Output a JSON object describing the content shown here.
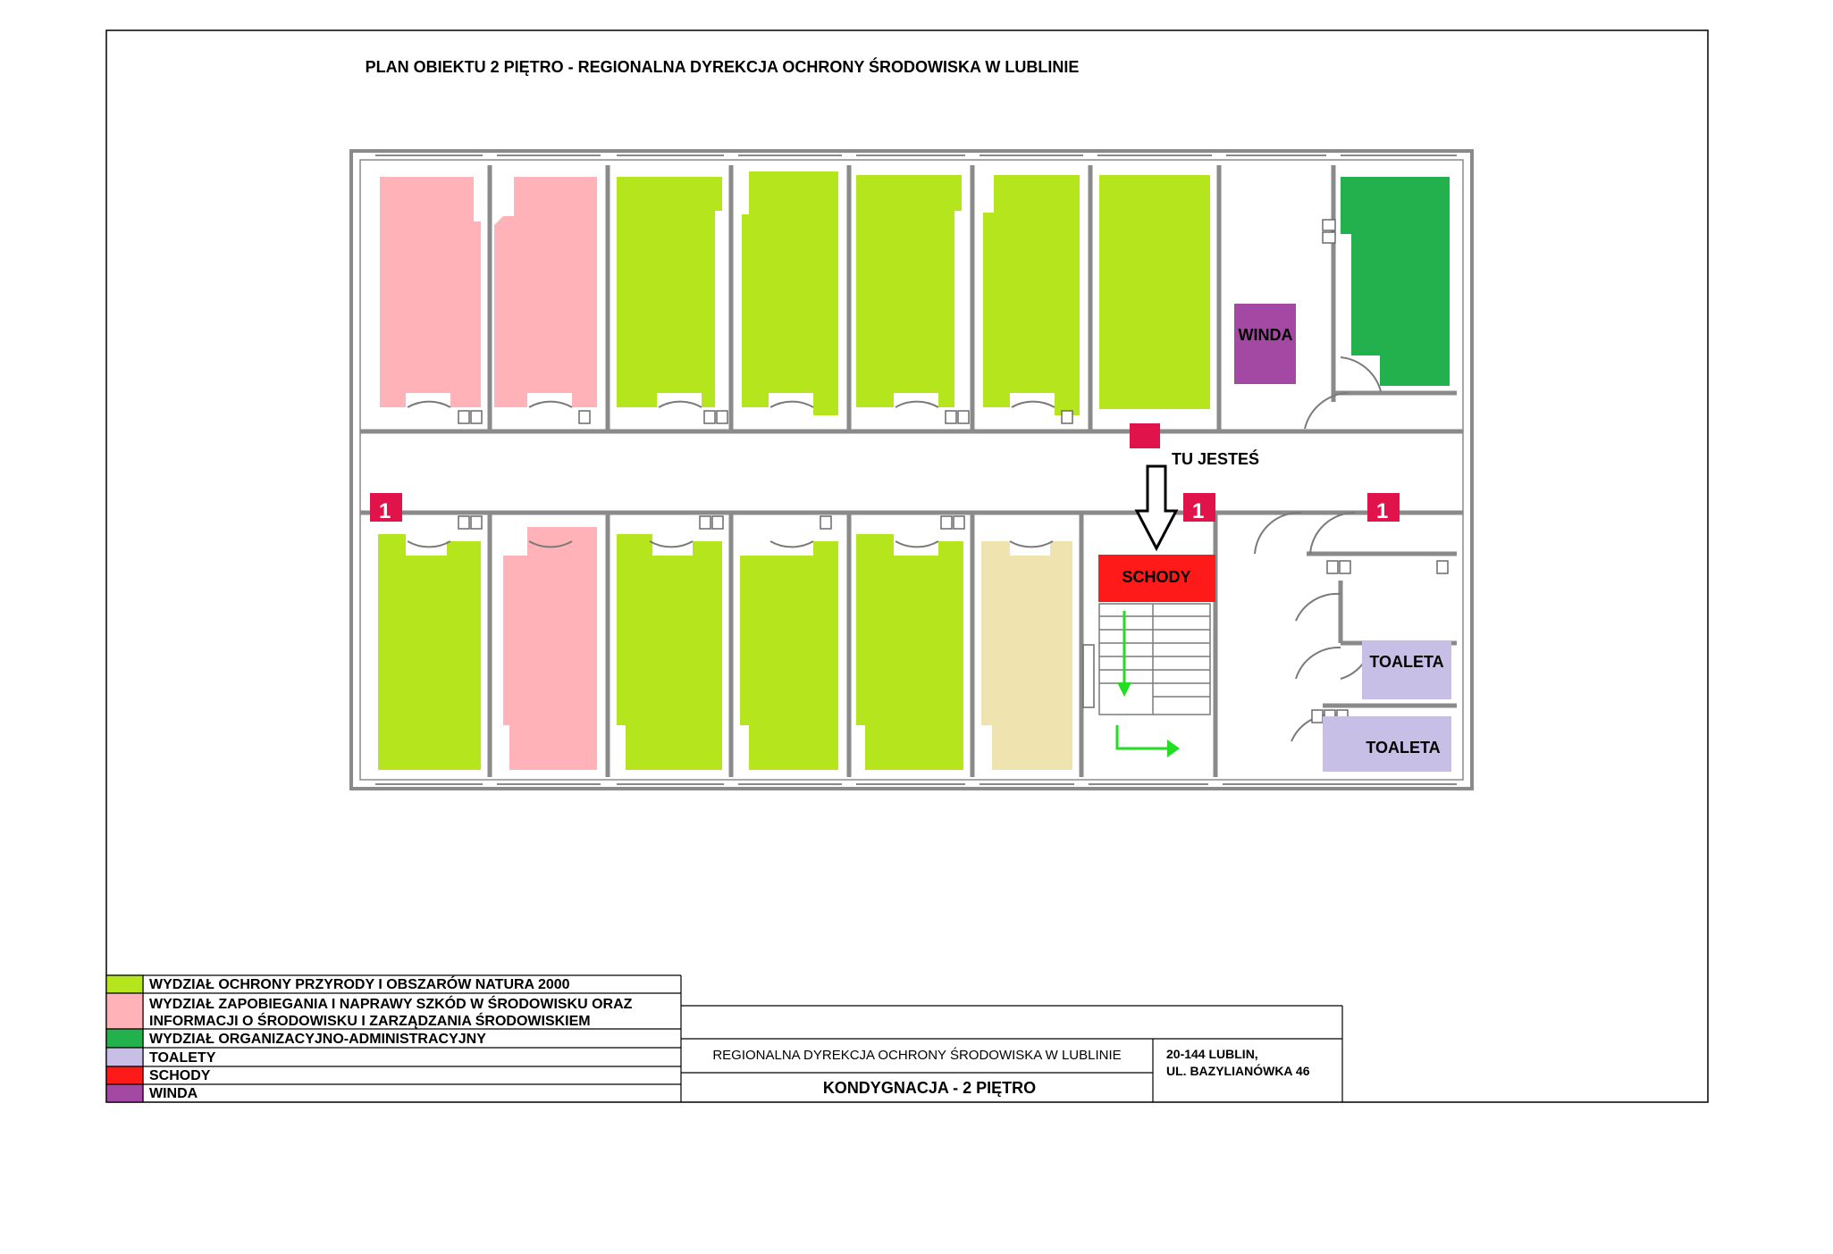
{
  "title": "PLAN OBIEKTU 2 PIĘTRO - REGIONALNA DYREKCJA OCHRONY ŚRODOWISKA W LUBLINIE",
  "colors": {
    "natura": "#b5e61d",
    "szkody": "#ffb3b8",
    "admin": "#22b14c",
    "toalety": "#c8bfe7",
    "schody": "#ff1a1a",
    "winda": "#a349a4",
    "other": "#efe4b0",
    "extinguisher": "#e0134a",
    "exit_arrow": "#22dd22"
  },
  "labels": {
    "winda": "WINDA",
    "schody": "SCHODY",
    "toaleta_1": "TOALETA",
    "toaleta_2": "TOALETA",
    "you_are_here": "TU JESTEŚ"
  },
  "legend": [
    {
      "color": "natura",
      "lines": [
        "WYDZIAŁ OCHRONY PRZYRODY I OBSZARÓW NATURA 2000"
      ]
    },
    {
      "color": "szkody",
      "lines": [
        "WYDZIAŁ ZAPOBIEGANIA I NAPRAWY SZKÓD W ŚRODOWISKU ORAZ",
        "INFORMACJI O ŚRODOWISKU I ZARZĄDZANIA ŚRODOWISKIEM"
      ]
    },
    {
      "color": "admin",
      "lines": [
        "WYDZIAŁ ORGANIZACYJNO-ADMINISTRACYJNY"
      ]
    },
    {
      "color": "toalety",
      "lines": [
        "TOALETY"
      ]
    },
    {
      "color": "schody",
      "lines": [
        "SCHODY"
      ]
    },
    {
      "color": "winda",
      "lines": [
        "WINDA"
      ]
    }
  ],
  "title_block": {
    "institution": "REGIONALNA DYREKCJA OCHRONY ŚRODOWISKA W LUBLINIE",
    "level": "KONDYGNACJA - 2 PIĘTRO",
    "address_line1": "20-144 LUBLIN,",
    "address_line2": "UL. BAZYLIANÓWKA 46"
  },
  "extinguisher_mark": "1"
}
